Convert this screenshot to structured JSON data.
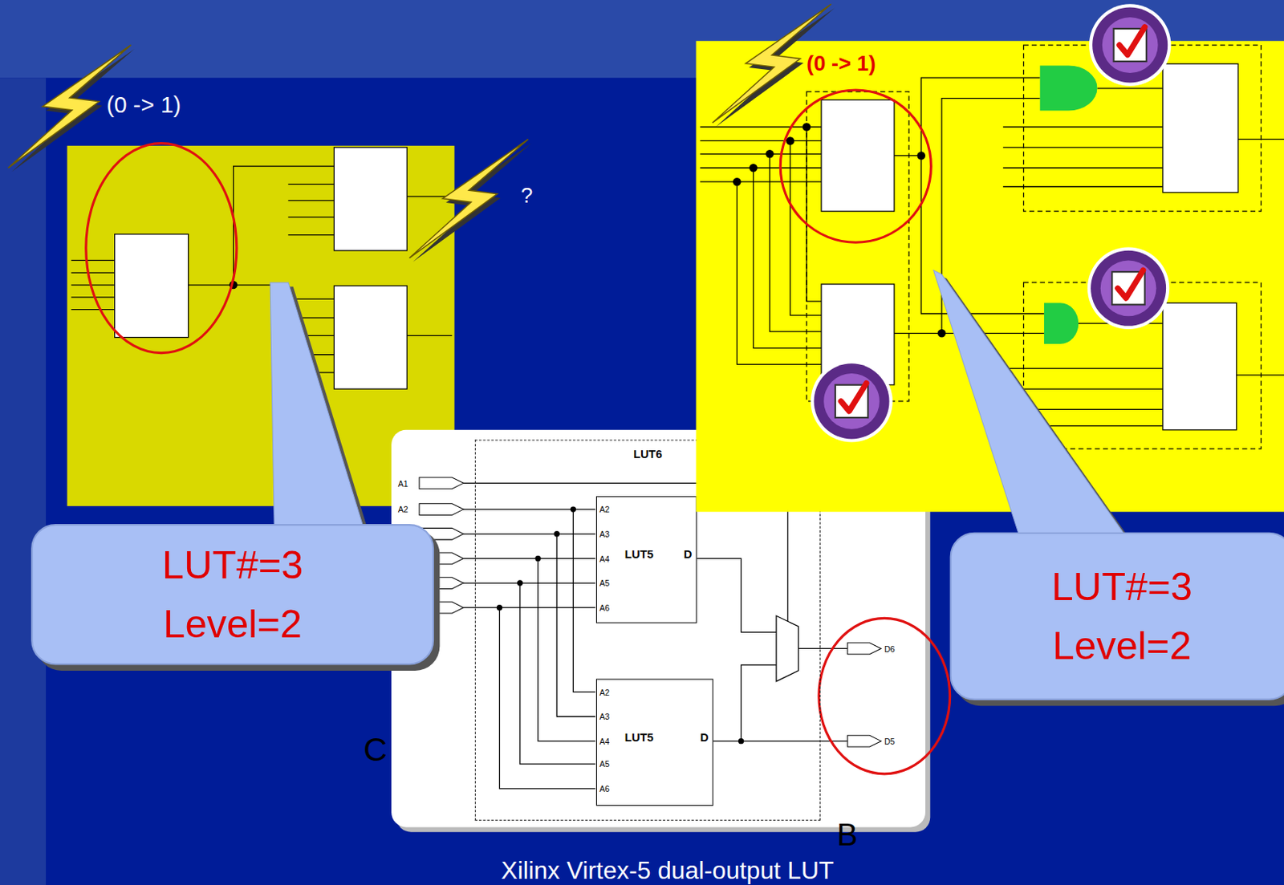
{
  "diagram": {
    "caption": "Xilinx Virtex-5 dual-output LUT",
    "nodes": [
      {
        "text": [
          "LUT#=3 Level=2"
        ]
      },
      {
        "text": [
          "LUT#=3 Level=2"
        ]
      },
      {
        "text": [
          "LUT6"
        ]
      },
      {
        "text": [
          "LUT5",
          "D"
        ],
        "in": 2
      },
      {
        "text": [
          "LUT5",
          "D"
        ],
        "in": 2
      }
    ],
    "labels": [
      "(0 -> 1)",
      "?",
      "(0 -> 1)",
      "A1",
      "A2",
      "A2",
      "A3",
      "A4",
      "A5",
      "A6",
      "A2",
      "A3",
      "A4",
      "A5",
      "A6",
      "D6",
      "D5",
      "C",
      "B"
    ]
  }
}
